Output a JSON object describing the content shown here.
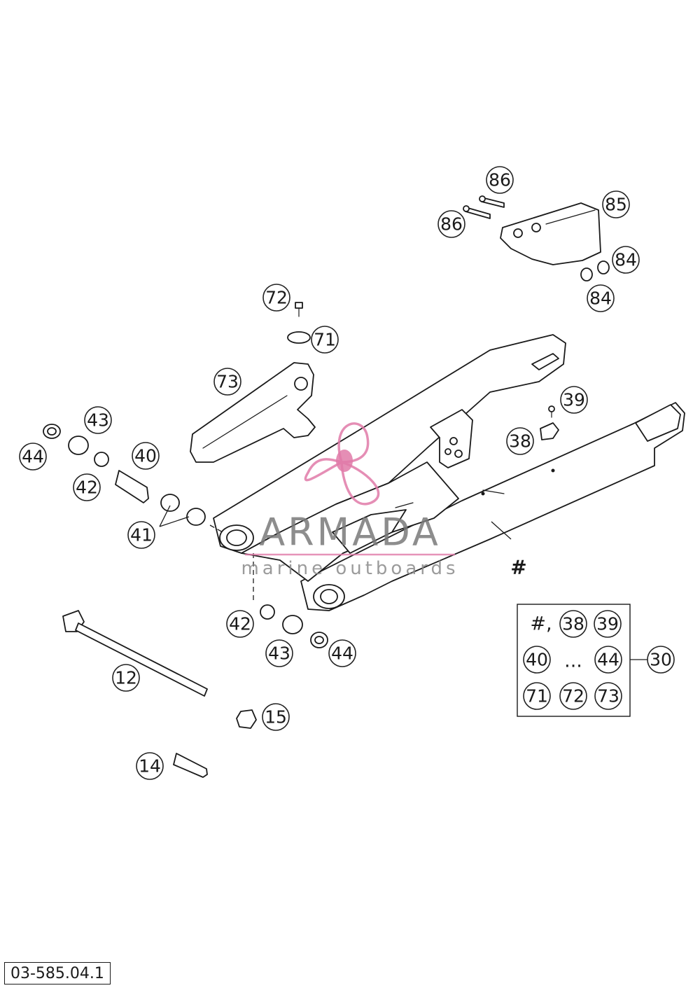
{
  "document_id": "03-585.04.1",
  "assembly_marker": "#",
  "callouts": [
    {
      "id": "86a",
      "label": "86"
    },
    {
      "id": "86b",
      "label": "86"
    },
    {
      "id": "85",
      "label": "85"
    },
    {
      "id": "84a",
      "label": "84"
    },
    {
      "id": "84b",
      "label": "84"
    },
    {
      "id": "72",
      "label": "72"
    },
    {
      "id": "71",
      "label": "71"
    },
    {
      "id": "73",
      "label": "73"
    },
    {
      "id": "39",
      "label": "39"
    },
    {
      "id": "38",
      "label": "38"
    },
    {
      "id": "43a",
      "label": "43"
    },
    {
      "id": "44a",
      "label": "44"
    },
    {
      "id": "40",
      "label": "40"
    },
    {
      "id": "42a",
      "label": "42"
    },
    {
      "id": "41",
      "label": "41"
    },
    {
      "id": "42b",
      "label": "42"
    },
    {
      "id": "43b",
      "label": "43"
    },
    {
      "id": "44b",
      "label": "44"
    },
    {
      "id": "12",
      "label": "12"
    },
    {
      "id": "15",
      "label": "15"
    },
    {
      "id": "14",
      "label": "14"
    },
    {
      "id": "30",
      "label": "30"
    }
  ],
  "kit_box": {
    "row1": {
      "prefix": "#,",
      "items": [
        "38",
        "39"
      ]
    },
    "row2": {
      "items": [
        "40",
        "44"
      ],
      "separator": "..."
    },
    "row3": {
      "items": [
        "71",
        "72",
        "73"
      ]
    }
  },
  "watermark": {
    "brand": "ARMADA",
    "tagline": "marine outboards",
    "accent_color": "#e07aa8"
  }
}
